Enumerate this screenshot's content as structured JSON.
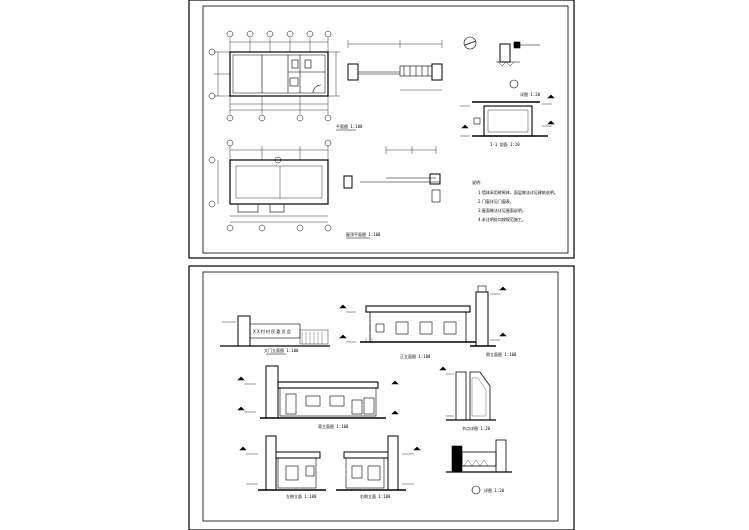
{
  "sheets": [
    {
      "drawings": [
        {
          "title": "平面图 1:100"
        },
        {
          "title": "屋顶平面图 1:100"
        },
        {
          "title": "1-1 剖面 1:20"
        },
        {
          "title": "详图 1:20"
        }
      ],
      "notes_heading": "说明：",
      "notes": [
        "1.墙体采用砖砌体，面层做法详见建筑说明。",
        "2.门窗详见门窗表。",
        "3.屋面做法详见屋面说明。",
        "4.未注明处均按规范施工。"
      ]
    },
    {
      "drawings": [
        {
          "title": "正立面图 1:100"
        },
        {
          "title": "侧立面图 1:100"
        },
        {
          "title": "背立面图 1:100"
        },
        {
          "title": "节点详图 1:20"
        },
        {
          "title": "左侧立面 1:100"
        },
        {
          "title": "右侧立面 1:100"
        },
        {
          "title": "详图 1:20"
        }
      ],
      "gate_sign": "XX村村民委员会",
      "gate_caption": "大门立面图 1:100"
    }
  ],
  "colors": {
    "background": "#ffffff",
    "line": "#000000"
  }
}
